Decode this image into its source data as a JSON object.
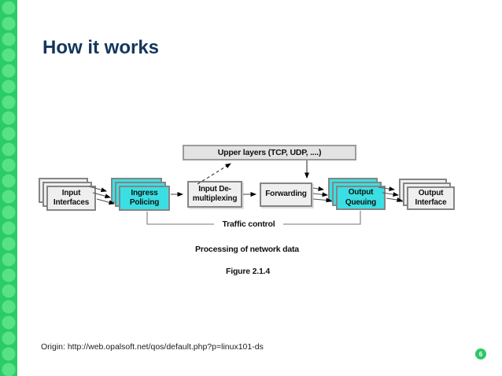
{
  "slide": {
    "title": "How it works",
    "origin": "Origin: http://web.opalsoft.net/qos/default.php?p=linux101-ds",
    "page_number": "6"
  },
  "diagram": {
    "upper_layers_label": "Upper layers (TCP, UDP, ....)",
    "nodes": [
      {
        "name": "input-interfaces",
        "line1": "Input",
        "line2": "Interfaces"
      },
      {
        "name": "ingress-policing",
        "line1": "Ingress",
        "line2": "Policing"
      },
      {
        "name": "input-demultiplexing",
        "line1": "Input De-",
        "line2": "multiplexing"
      },
      {
        "name": "forwarding",
        "line1": "Forwarding"
      },
      {
        "name": "output-queuing",
        "line1": "Output",
        "line2": "Queuing"
      },
      {
        "name": "output-interface",
        "line1": "Output",
        "line2": "Interface"
      }
    ],
    "traffic_control_label": "Traffic control",
    "caption": "Processing of network data",
    "figure_label": "Figure 2.1.4"
  },
  "colors": {
    "strip_green": "#2bcb66",
    "badge_green": "#2dc868",
    "title_navy": "#14365c",
    "node_cyan": "#3bdfe3",
    "node_gray": "#efefef",
    "upper_box_gray": "#e3e3e3",
    "border_gray": "#858585"
  }
}
